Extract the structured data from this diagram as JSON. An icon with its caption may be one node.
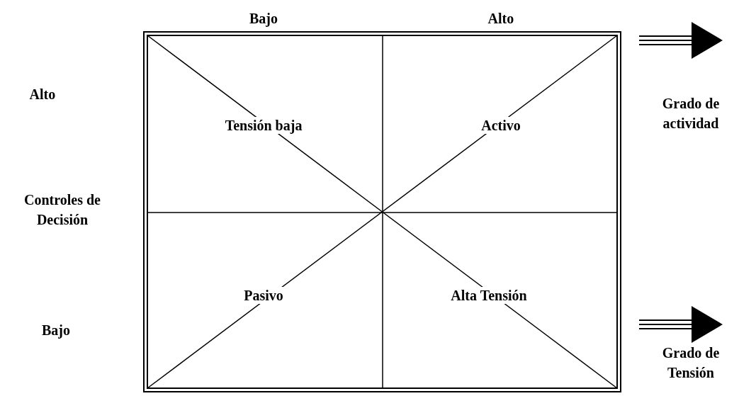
{
  "diagram": {
    "nodes": [
      {
        "text": [
          "Tensión baja"
        ]
      },
      {
        "text": [
          "Activo"
        ]
      },
      {
        "text": [
          "Pasivo"
        ]
      },
      {
        "text": [
          "Alta Tensión"
        ]
      }
    ],
    "labels": [
      "Bajo",
      "Alto",
      "Alto",
      "Grado de actividad",
      "Controles de Decisión",
      "Bajo",
      "Grado de Tensión"
    ]
  }
}
